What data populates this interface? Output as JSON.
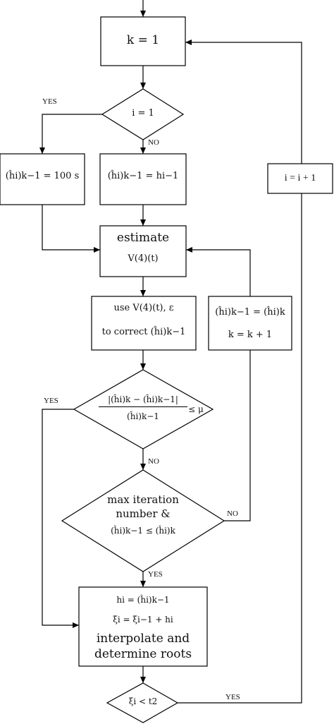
{
  "boxes": {
    "k_init": "k = 1",
    "yes_init": "(ĥi)k−1 = 100 s",
    "no_init": "(ĥi)k−1 = hi−1",
    "estimate_1": "estimate",
    "estimate_2": "V(4)(t)",
    "use_1": "use  V(4)(t), ε",
    "use_2": "to correct (ĥi)k−1",
    "update_1": "(ĥi)k−1 = (ĥi)k",
    "update_2": "k = k + 1",
    "i_inc": "i = i + 1",
    "final_1": "hi = (ĥi)k−1",
    "final_2": "ξi = ξi−1 + hi",
    "final_3": "interpolate and",
    "final_4": "determine roots"
  },
  "decisions": {
    "i_check": "i = 1",
    "conv_num": "|(ĥi)k − (ĥi)k−1|",
    "conv_den": "(ĥi)k−1",
    "conv_rhs": "≤ μ",
    "max_1": "max iteration",
    "max_2": "number &",
    "max_3": "(ĥi)k−1 ≤ (ĥi)k",
    "xi_check": "ξi < t2"
  },
  "labels": {
    "yes": "YES",
    "no": "NO"
  }
}
